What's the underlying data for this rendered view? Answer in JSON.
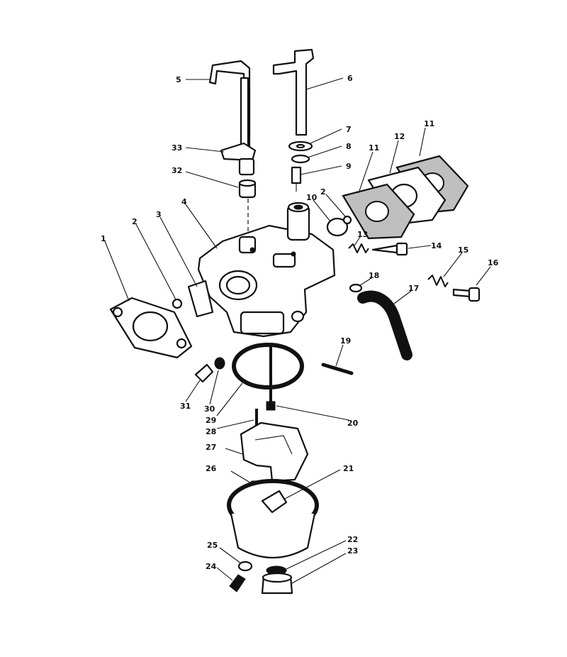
{
  "callouts": {
    "c1": "1",
    "c2a": "2",
    "c2b": "2",
    "c3": "3",
    "c4": "4",
    "c5": "5",
    "c6": "6",
    "c7": "7",
    "c8": "8",
    "c9": "9",
    "c10": "10",
    "c11a": "11",
    "c11b": "11",
    "c12": "12",
    "c13": "13",
    "c14": "14",
    "c15": "15",
    "c16": "16",
    "c17": "17",
    "c18": "18",
    "c19": "19",
    "c20": "20",
    "c21": "21",
    "c22": "22",
    "c23": "23",
    "c24": "24",
    "c25": "25",
    "c26": "26",
    "c27": "27",
    "c28": "28",
    "c29": "29",
    "c30": "30",
    "c31": "31",
    "c32": "32",
    "c33": "33"
  }
}
